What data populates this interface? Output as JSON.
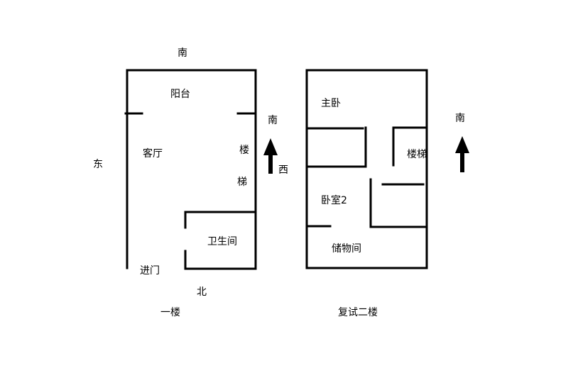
{
  "floor1": {
    "caption": "一楼",
    "rooms": {
      "balcony": "阳台",
      "living_room": "客厅",
      "bathroom": "卫生间",
      "entrance": "进门",
      "stairs_top": "楼",
      "stairs_bottom": "梯"
    },
    "directions": {
      "south": "南",
      "north": "北",
      "east": "东",
      "west": "西",
      "arrow_label": "南"
    }
  },
  "floor2": {
    "caption": "复试二楼",
    "rooms": {
      "master_bedroom": "主卧",
      "stairs": "楼梯",
      "bedroom2": "卧室2",
      "storage": "储物间"
    },
    "directions": {
      "arrow_label": "南"
    }
  }
}
